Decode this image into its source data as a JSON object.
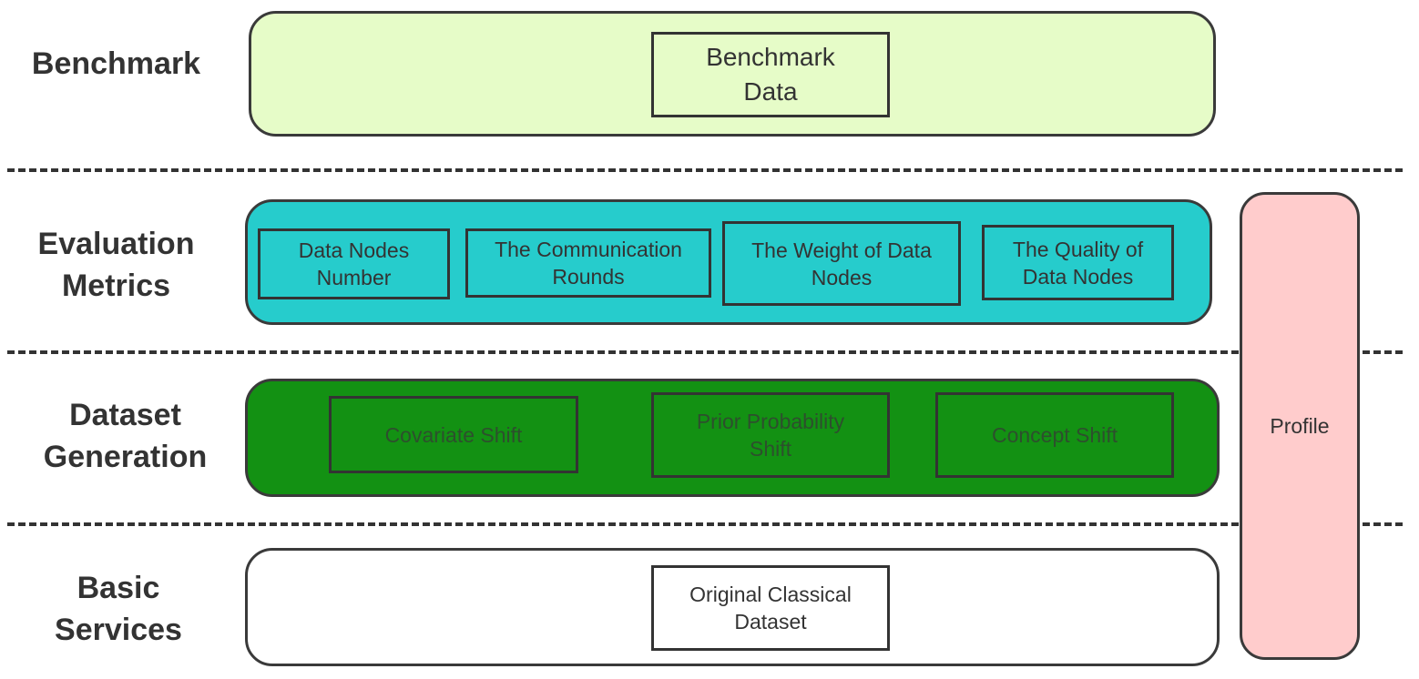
{
  "colors": {
    "benchmark_band": "#e6fcc8",
    "metrics_band": "#26cccc",
    "generation_band": "#139113",
    "services_band": "#ffffff",
    "profile_band": "#ffcccc",
    "generation_text": "#2d4f2d"
  },
  "layers": {
    "benchmark": {
      "label": "Benchmark",
      "nodes": [
        "Benchmark\nData"
      ]
    },
    "metrics": {
      "label": "Evaluation\nMetrics",
      "nodes": [
        "Data Nodes\nNumber",
        "The Communication\nRounds",
        "The Weight of Data\nNodes",
        "The Quality of\nData Nodes"
      ]
    },
    "generation": {
      "label": "Dataset\nGeneration",
      "nodes": [
        "Covariate Shift",
        "Prior Probability\nShift",
        "Concept Shift"
      ]
    },
    "services": {
      "label": "Basic\nServices",
      "nodes": [
        "Original Classical\nDataset"
      ]
    }
  },
  "profile": {
    "label": "Profile"
  }
}
